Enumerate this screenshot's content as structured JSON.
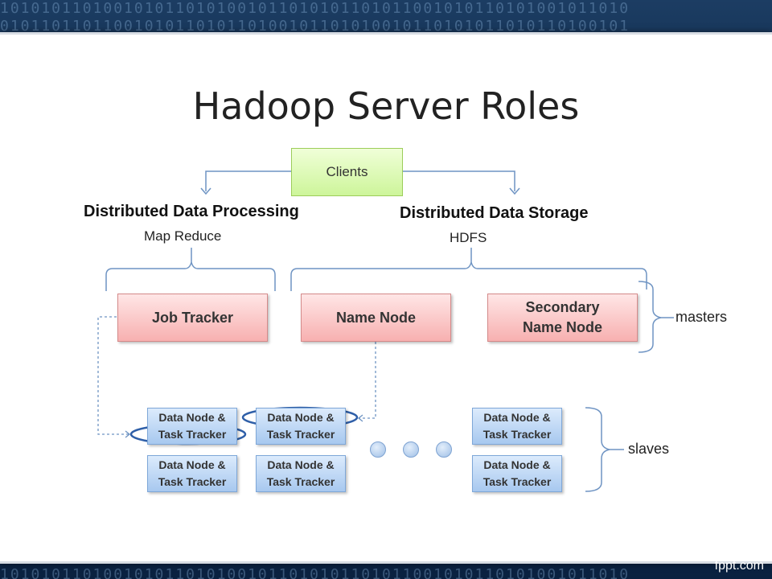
{
  "title": "Hadoop Server Roles",
  "clients": "Clients",
  "processing": {
    "heading": "Distributed Data Processing",
    "sub": "Map Reduce"
  },
  "storage": {
    "heading": "Distributed Data Storage",
    "sub": "HDFS"
  },
  "masters": {
    "job_tracker": "Job Tracker",
    "name_node": "Name Node",
    "secondary_line1": "Secondary",
    "secondary_line2": "Name Node",
    "label": "masters"
  },
  "slaves": {
    "line1": "Data Node &",
    "line2": "Task Tracker",
    "label": "slaves"
  },
  "footer": "fppt.com"
}
